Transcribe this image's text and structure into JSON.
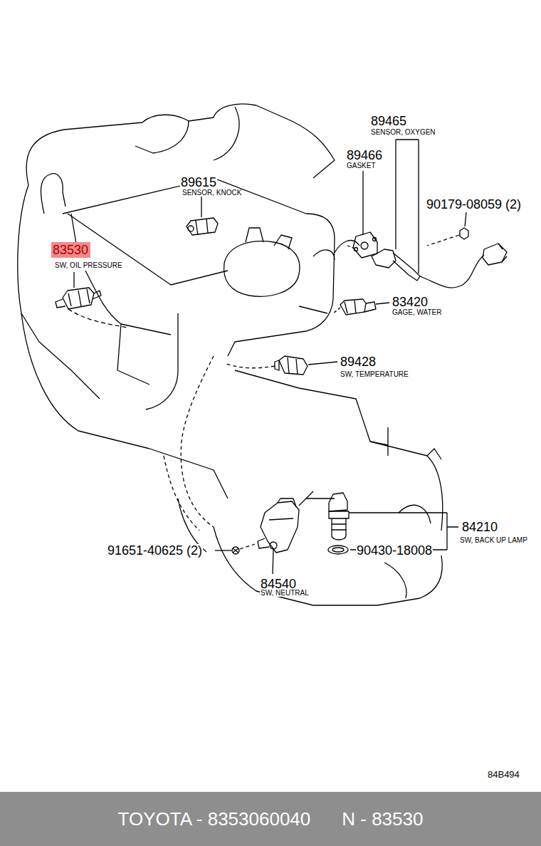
{
  "diagram": {
    "nodes": [
      {
        "text": [
          "83530"
        ]
      },
      {
        "text": [
          "TOYOTA - 8353060040",
          "N - 83530"
        ]
      }
    ],
    "edges": [],
    "labels": [
      "89465",
      "SENSOR, OXYGEN",
      "89466",
      "GASKET",
      "89615",
      "SENSOR, KNOCK",
      "90179-08059 (2)",
      "SW, OIL PRESSURE",
      "83420",
      "GAGE, WATER",
      "89428",
      "SW, TEMPERATURE",
      "84210",
      "SW, BACK UP LAMP",
      "91651-40625 (2)",
      "90430-18008",
      "84540",
      "SW, NEUTRAL",
      "84B494"
    ]
  }
}
